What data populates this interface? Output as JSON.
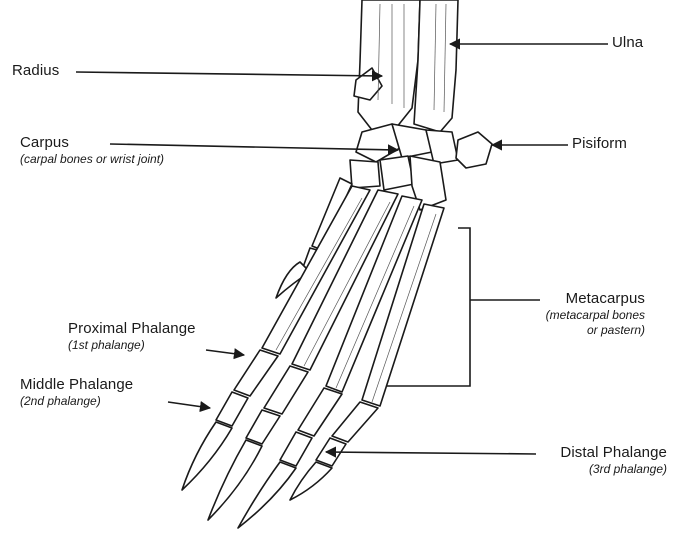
{
  "labels": {
    "radius": "Radius",
    "ulna": "Ulna",
    "carpus": "Carpus",
    "carpus_sub": "(carpal bones or wrist joint)",
    "pisiform": "Pisiform",
    "metacarpus": "Metacarpus",
    "metacarpus_sub1": "(metacarpal bones",
    "metacarpus_sub2": "or pastern)",
    "proximal": "Proximal Phalange",
    "proximal_sub": "(1st phalange)",
    "middle": "Middle Phalange",
    "middle_sub": "(2nd phalange)",
    "distal": "Distal Phalange",
    "distal_sub": "(3rd phalange)"
  }
}
